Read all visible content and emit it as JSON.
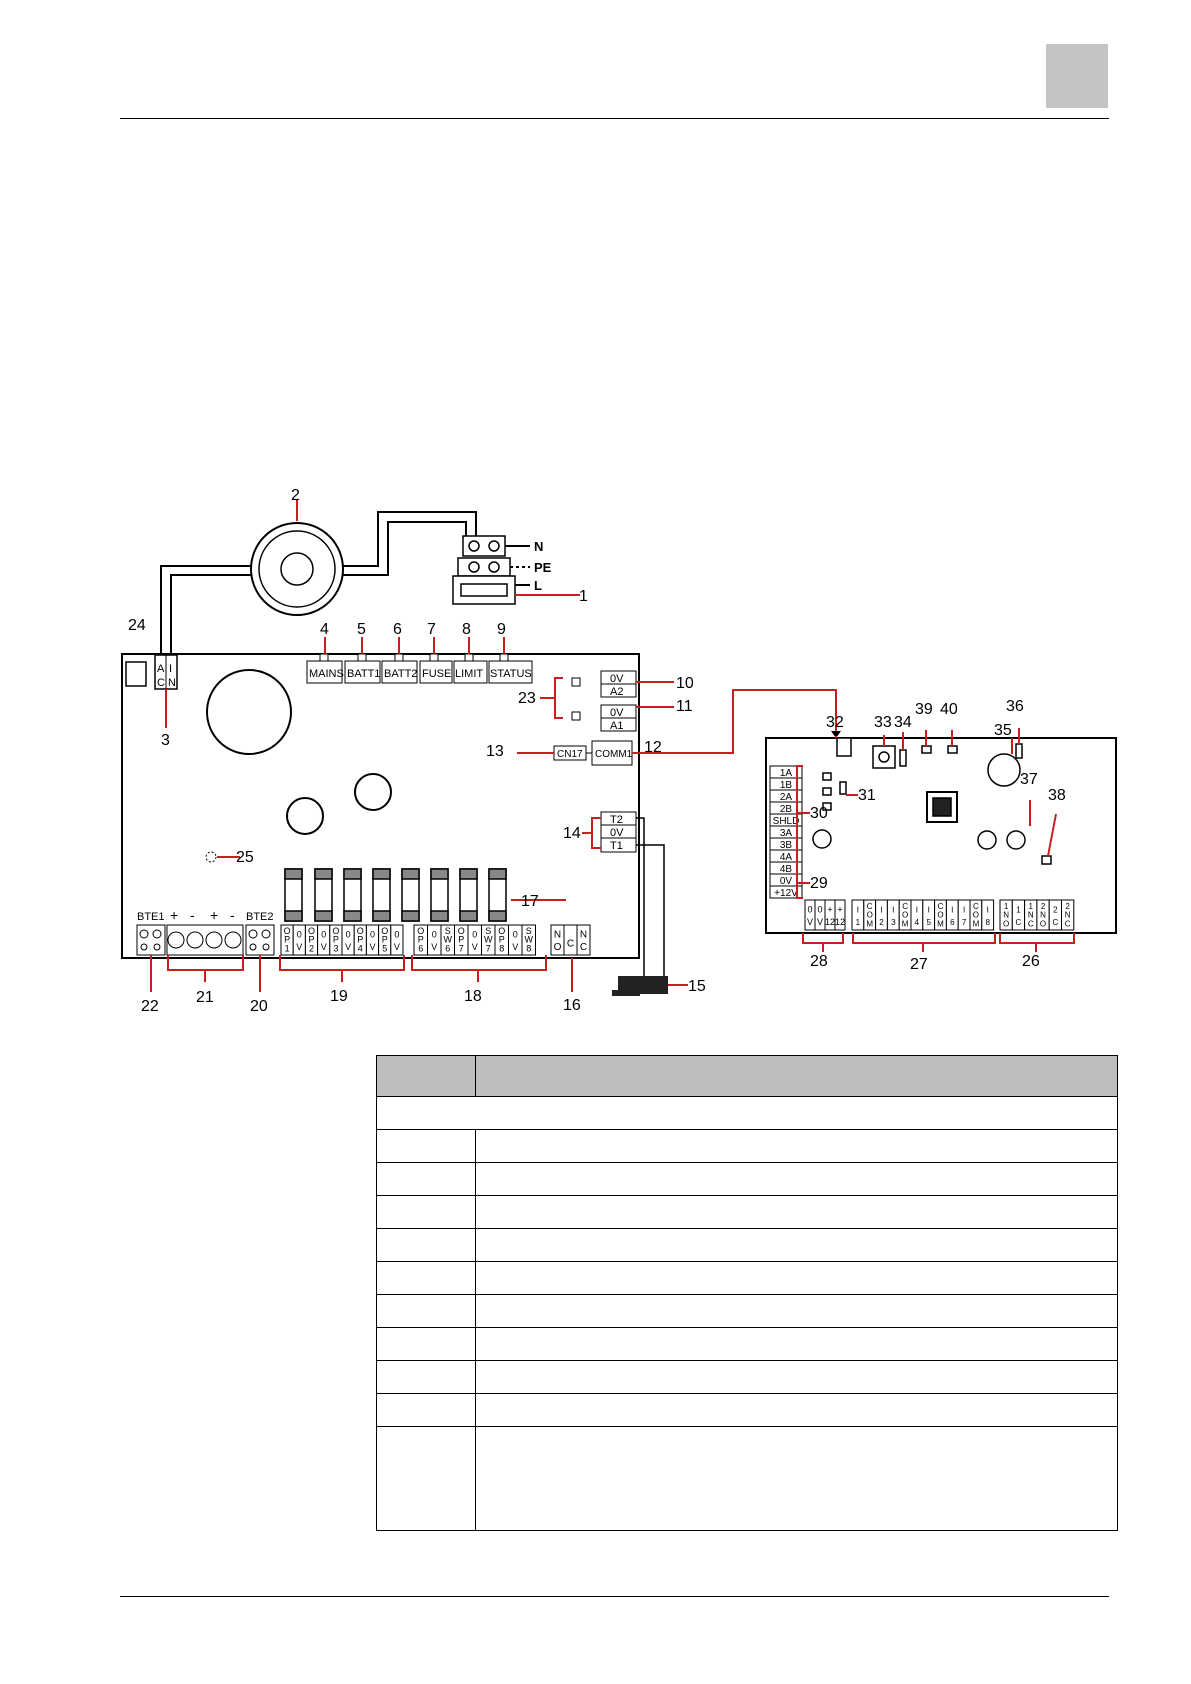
{
  "callouts": {
    "c1": "1",
    "c2": "2",
    "c3": "3",
    "c4": "4",
    "c5": "5",
    "c6": "6",
    "c7": "7",
    "c8": "8",
    "c9": "9",
    "c10": "10",
    "c11": "11",
    "c12": "12",
    "c13": "13",
    "c14": "14",
    "c15": "15",
    "c16": "16",
    "c17": "17",
    "c18": "18",
    "c19": "19",
    "c20": "20",
    "c21": "21",
    "c22": "22",
    "c23": "23",
    "c24": "24",
    "c25": "25",
    "c26": "26",
    "c27": "27",
    "c28": "28",
    "c29": "29",
    "c30": "30",
    "c31": "31",
    "c32": "32",
    "c33": "33",
    "c34": "34",
    "c35": "35",
    "c36": "36",
    "c37": "37",
    "c38": "38",
    "c39": "39",
    "c40": "40"
  },
  "mains": {
    "n": "N",
    "pe": "PE",
    "l": "L"
  },
  "ac_terminal": {
    "a": "A",
    "c": "C",
    "i": "I",
    "n": "N"
  },
  "leds": [
    "MAINS",
    "BATT1",
    "BATT2",
    "FUSE",
    "LIMIT",
    "STATUS"
  ],
  "aux": {
    "ov_a": "0V",
    "a2": "A2",
    "ov_b": "0V",
    "a1": "A1"
  },
  "connectors": {
    "cn17": "CN17",
    "comm1": "COMM1"
  },
  "tamper": {
    "t2": "T2",
    "ov": "0V",
    "t1": "T1"
  },
  "batt": {
    "bte1": "BTE1",
    "bte2": "BTE2",
    "signs": [
      "+",
      "-",
      "+",
      "-"
    ]
  },
  "psu_terms": {
    "op_group": [
      [
        "O",
        "P",
        "1"
      ],
      [
        "0",
        "V"
      ],
      [
        "O",
        "P",
        "2"
      ],
      [
        "0",
        "V"
      ],
      [
        "O",
        "P",
        "3"
      ],
      [
        "0",
        "V"
      ],
      [
        "O",
        "P",
        "4"
      ],
      [
        "0",
        "V"
      ],
      [
        "O",
        "P",
        "5"
      ],
      [
        "0",
        "V"
      ]
    ],
    "sw_group": [
      [
        "O",
        "P",
        "6"
      ],
      [
        "0",
        "V"
      ],
      [
        "S",
        "W",
        "6"
      ],
      [
        "O",
        "P",
        "7"
      ],
      [
        "0",
        "V"
      ],
      [
        "S",
        "W",
        "7"
      ],
      [
        "O",
        "P",
        "8"
      ],
      [
        "0",
        "V"
      ],
      [
        "S",
        "W",
        "8"
      ]
    ],
    "relay": [
      [
        "N",
        "O"
      ],
      [
        "C"
      ],
      [
        "N",
        "C"
      ]
    ]
  },
  "controller": {
    "left_terms": [
      "1A",
      "1B",
      "2A",
      "2B",
      "SHLD",
      "3A",
      "3B",
      "4A",
      "4B",
      "0V",
      "+12V"
    ],
    "bottom_power": [
      [
        "0",
        "V"
      ],
      [
        "0",
        "V"
      ],
      [
        "+",
        "12"
      ],
      [
        "+",
        "12"
      ]
    ],
    "inputs": [
      [
        "I",
        "1"
      ],
      [
        "C",
        "O",
        "M"
      ],
      [
        "I",
        "2"
      ],
      [
        "I",
        "3"
      ],
      [
        "C",
        "O",
        "M"
      ],
      [
        "I",
        "4"
      ],
      [
        "I",
        "5"
      ],
      [
        "C",
        "O",
        "M"
      ],
      [
        "I",
        "6"
      ],
      [
        "I",
        "7"
      ],
      [
        "C",
        "O",
        "M"
      ],
      [
        "I",
        "8"
      ]
    ],
    "relays": [
      [
        "1",
        "N",
        "O"
      ],
      [
        "1",
        "C"
      ],
      [
        "1",
        "N",
        "C"
      ],
      [
        "2",
        "N",
        "O"
      ],
      [
        "2",
        "C"
      ],
      [
        "2",
        "N",
        "C"
      ]
    ]
  },
  "table": {
    "headers": [
      "",
      ""
    ],
    "rows": [
      "",
      "",
      "",
      "",
      "",
      "",
      "",
      "",
      "",
      ""
    ]
  }
}
